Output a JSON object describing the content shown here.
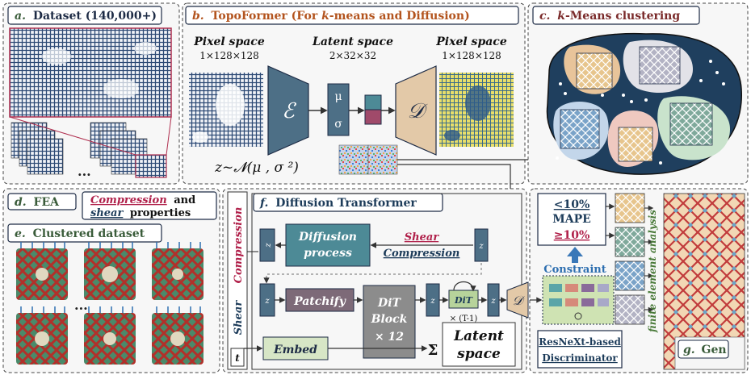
{
  "panels": {
    "a": {
      "letter": "a.",
      "title": "Dataset (140,000+)"
    },
    "b": {
      "letter": "b.",
      "title_pre": "TopoFormer (For ",
      "title_k": "k",
      "title_post": "-means and Diffusion)"
    },
    "c": {
      "letter": "c.",
      "title_k": "k",
      "title_post": "-Means clustering"
    },
    "d": {
      "letter": "d.",
      "title": "FEA",
      "compression": "Compression",
      "and": "and",
      "shear": "shear",
      "properties": "properties"
    },
    "e": {
      "letter": "e.",
      "title": "Clustered dataset"
    },
    "f": {
      "letter": "f.",
      "title": "Diffusion Transformer"
    },
    "g": {
      "letter": "g.",
      "title": "Gen"
    }
  },
  "topoformer": {
    "pixel_space_in": "Pixel space",
    "pixel_dims_in": "1×128×128",
    "latent_space": "Latent space",
    "latent_dims": "2×32×32",
    "pixel_space_out": "Pixel space",
    "pixel_dims_out": "1×128×128",
    "encoder": "ℰ",
    "decoder": "𝒟",
    "mu": "μ",
    "sigma": "σ",
    "formula": "z~𝓝(μ , σ ²)"
  },
  "dataset": {
    "ellipsis": "..."
  },
  "clustered": {
    "ellipsis": "..."
  },
  "diffusion": {
    "compression_side": "Compression",
    "shear_side": "Shear",
    "t_label": "t",
    "process": [
      "Diffusion",
      "process"
    ],
    "shear": "Shear",
    "compression": "Compression",
    "z_label": "z",
    "zT": "z",
    "patchify": "Patchify",
    "dit_block": [
      "DiT",
      "Block",
      "× 12"
    ],
    "dit_small": "DiT",
    "times": "× (T-1)",
    "embed": "Embed",
    "sum": "Σ",
    "latent_space": [
      "Latent",
      "space"
    ],
    "decoder": "𝒟"
  },
  "discriminator": {
    "lt10": "<10%",
    "mape": "MAPE",
    "ge10": "≥10%",
    "constraint": "Constraint",
    "name1": "ResNeXt-based",
    "name2": "Discriminator"
  },
  "fea_vertical": "finite element analysis",
  "colors": {
    "navy": "#1f3a5f",
    "teal": "#4d8a96",
    "gray_block": "#8c8c8c",
    "crimson": "#b0204a",
    "green_panel": "#cfe3b3",
    "yellow": "#d9c94a"
  }
}
